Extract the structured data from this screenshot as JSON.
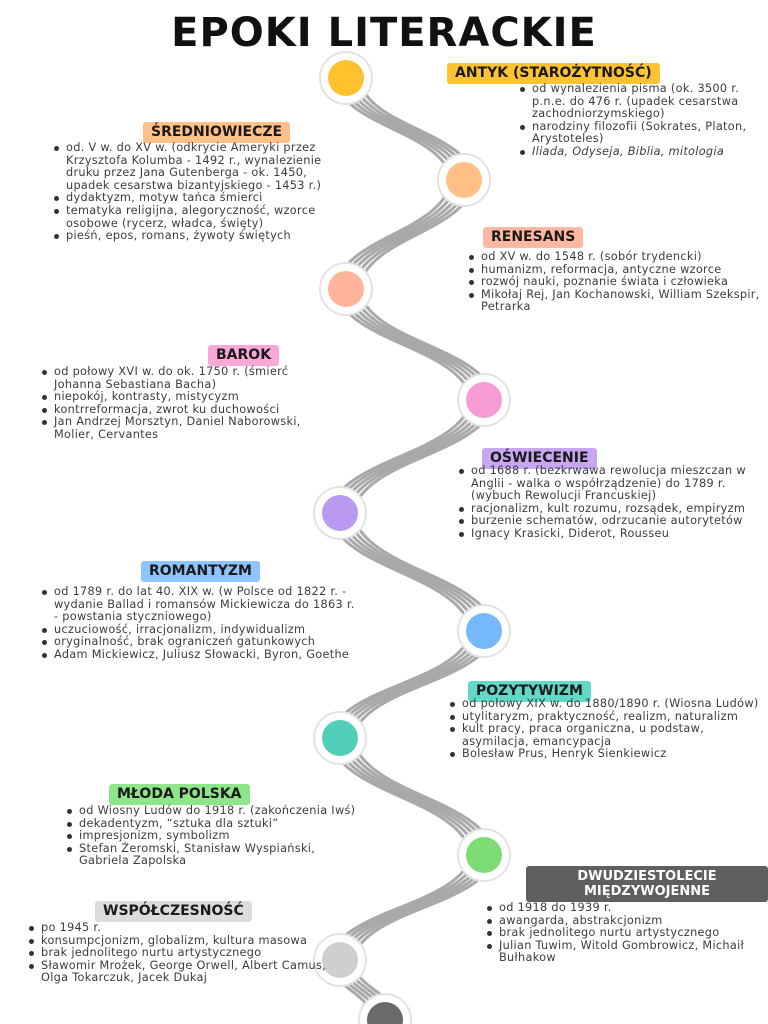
{
  "title": "EPOKI LITERACKIE",
  "road_color": "#a9a9a9",
  "epochs": [
    {
      "name": "ANTYK (STAROŻYTNOŚĆ)",
      "color": "#ffc233",
      "dot_color": "#fdc22e",
      "items": [
        "od wynalezienia pisma (ok. 3500 r. p.n.e. do 476 r. (upadek cesarstwa zachodniorzymskiego)",
        "narodziny filozofii (Sokrates, Platon, Arystoteles)",
        "Iliada, Odyseja, Biblia, mitologia"
      ]
    },
    {
      "name": "ŚREDNIOWIECZE",
      "color": "#ffc08a",
      "dot_color": "#ffc183",
      "items": [
        "od. V w. do XV w. (odkrycie Ameryki przez Krzysztofa Kolumba - 1492 r., wynalezienie druku przez Jana Gutenberga - ok. 1450, upadek cesarstwa bizantyjskiego - 1453 r.)",
        "dydaktyzm, motyw tańca śmierci",
        "tematyka religijna, alegoryczność, wzorce osobowe (rycerz, władca, święty)",
        "pieśń, epos, romans, żywoty świętych"
      ]
    },
    {
      "name": "RENESANS",
      "color": "#ffb9a3",
      "dot_color": "#ffb49b",
      "items": [
        "od XV w. do 1548 r. (sobór trydencki)",
        "humanizm, reformacja, antyczne wzorce",
        "rozwój nauki, poznanie świata i człowieka",
        "Mikołaj Rej, Jan Kochanowski, William Szekspir, Petrarka"
      ]
    },
    {
      "name": "BAROK",
      "color": "#f9a8d8",
      "dot_color": "#f79bd5",
      "items": [
        "od połowy XVI w. do ok. 1750 r. (śmierć Johanna Sebastiana Bacha)",
        "niepokój, kontrasty, mistycyzm",
        "kontrreformacja, zwrot ku duchowości",
        "Jan Andrzej Morsztyn, Daniel Naborowski, Molier, Cervantes"
      ]
    },
    {
      "name": "OŚWIECENIE",
      "color": "#c8a6f2",
      "dot_color": "#b99af0",
      "items": [
        "od 1688 r. (bezkrwawa rewolucja mieszczan w Anglii - walka o współrządzenie) do 1789 r. (wybuch Rewolucji Francuskiej)",
        "racjonalizm, kult rozumu, rozsądek, empiryzm",
        "burzenie schematów, odrzucanie autorytetów",
        "Ignacy Krasicki, Diderot, Rousseu"
      ]
    },
    {
      "name": "ROMANTYZM",
      "color": "#8ec5ff",
      "dot_color": "#75b8fb",
      "items": [
        "od 1789 r. do lat 40. XIX w. (w Polsce od 1822 r. - wydanie Ballad i romansów Mickiewicza do 1863 r. - powstania styczniowego)",
        "uczuciowość, irracjonalizm, indywidualizm",
        "oryginalność, brak ograniczeń gatunkowych",
        "Adam Mickiewicz, Juliusz Słowacki, Byron, Goethe"
      ]
    },
    {
      "name": "POZYTYWIZM",
      "color": "#62d9c6",
      "dot_color": "#52cdb8",
      "items": [
        "od połowy XIX w. do 1880/1890 r. (Wiosna Ludów)",
        "utylitaryzm, praktyczność, realizm, naturalizm",
        "kult pracy, praca organiczna, u podstaw, asymilacja, emancypacja",
        "Bolesław Prus, Henryk Sienkiewicz"
      ]
    },
    {
      "name": "MŁODA POLSKA",
      "color": "#8fe58a",
      "dot_color": "#7ddc74",
      "items": [
        "od Wiosny Ludów do 1918 r. (zakończenia Iwś)",
        "dekadentyzm, “sztuka dla sztuki”",
        "impresjonizm, symbolizm",
        "Stefan Żeromski, Stanisław Wyspiański, Gabriela Zapolska"
      ]
    },
    {
      "name": "DWUDZIESTOLECIE MIĘDZYWOJENNE",
      "color": "#5f5f5f",
      "dot_color": "#cfcfcf",
      "items": [
        "od 1918 do 1939 r.",
        "awangarda, abstrakcjonizm",
        "brak jednolitego nurtu artystycznego",
        "Julian Tuwim, Witold Gombrowicz, Michaił Bułhakow"
      ]
    },
    {
      "name": "WSPÓŁCZESNOŚĆ",
      "color": "#dcdcdc",
      "dot_color": "#6a6a6a",
      "items": [
        "po 1945 r.",
        "konsumpcjonizm, globalizm, kultura masowa",
        "brak jednolitego nurtu artystycznego",
        "Sławomir Mrożek, George Orwell, Albert Camus, Olga Tokarczuk, Jacek Dukaj"
      ]
    }
  ]
}
